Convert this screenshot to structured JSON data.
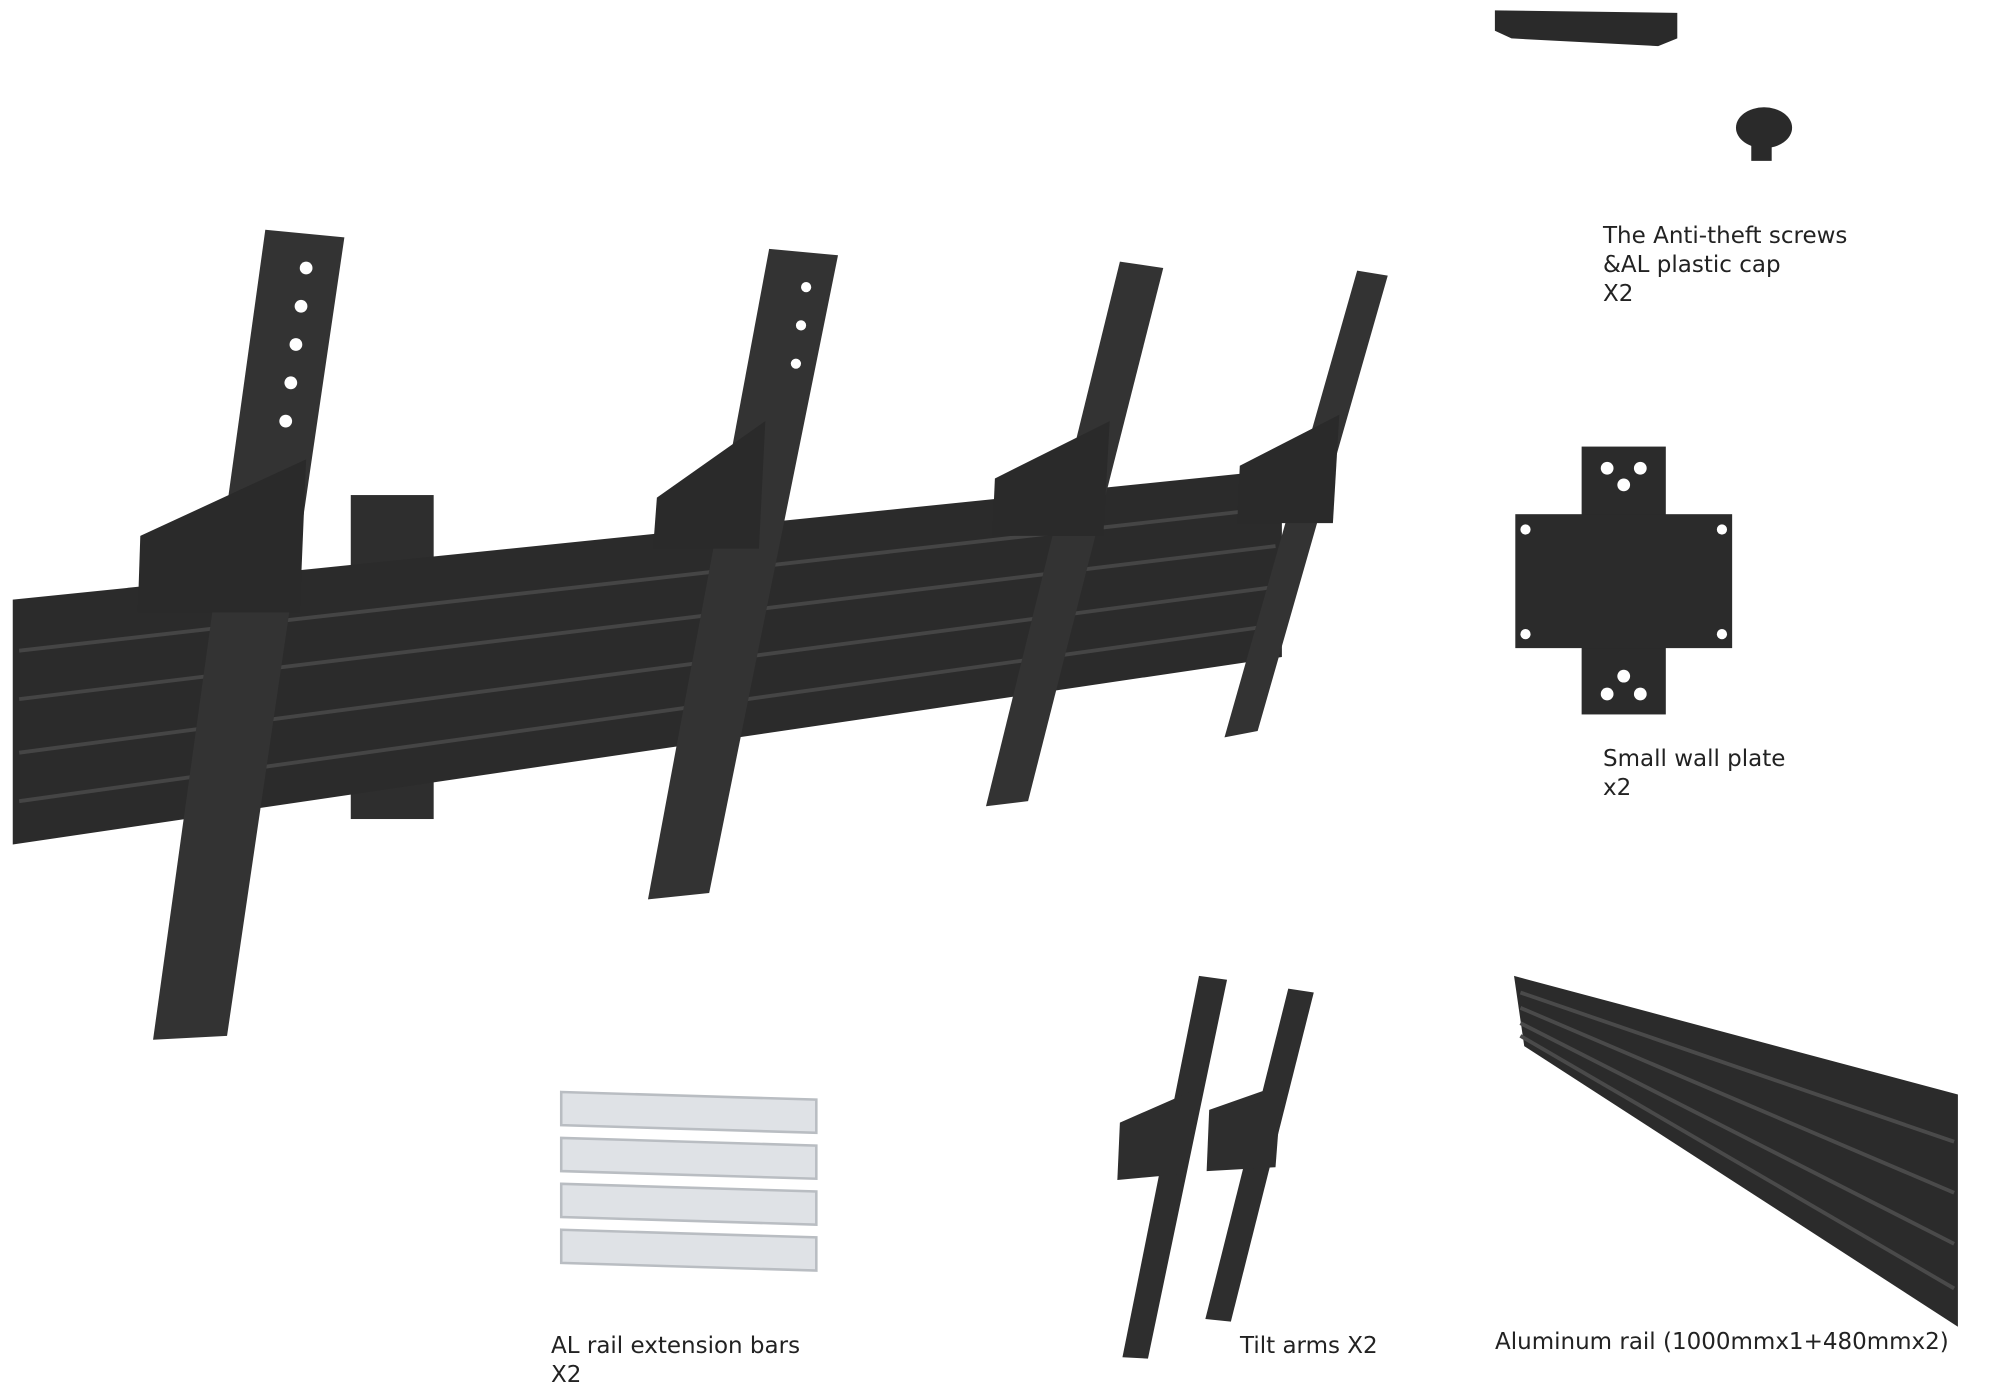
{
  "labels": {
    "screws": {
      "line1": "The Anti-theft screws",
      "line2": "&AL plastic cap",
      "line3": "X2"
    },
    "wall_plate": {
      "line1": "Small wall plate",
      "line2": "x2"
    },
    "extension_bars": {
      "line1": "AL rail extension bars",
      "line2": "X2"
    },
    "tilt_arms": {
      "line1": "Tilt arms X2"
    },
    "aluminum_rail": {
      "line1": "Aluminum rail (1000mmx1+480mmx2)"
    }
  },
  "colors": {
    "metal": "#2b2b2b",
    "metal_light": "#3d3d3d",
    "aluminum": "#dfe2e6"
  }
}
